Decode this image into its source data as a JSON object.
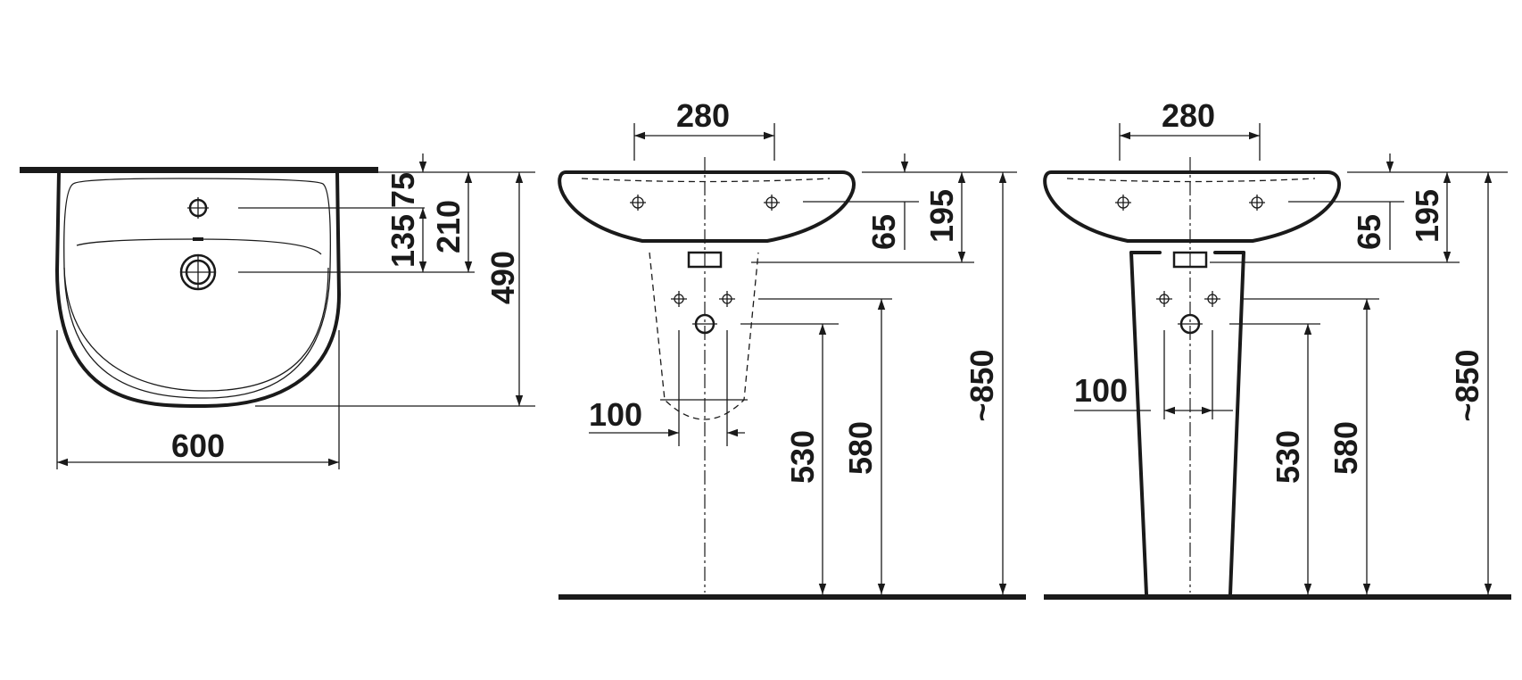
{
  "top_view": {
    "width": "600",
    "depth": "490",
    "overflow_offset": "75",
    "tap_to_drain": "135",
    "drain_from_wall": "210"
  },
  "front_view_half_pedestal": {
    "tap_spacing": "280",
    "rim_thickness": "65",
    "bowl_height": "195",
    "waste_width": "100",
    "waste_height": "530",
    "supply_height": "580",
    "rim_height": "~850"
  },
  "front_view_pedestal": {
    "tap_spacing": "280",
    "rim_thickness": "65",
    "bowl_height": "195",
    "waste_width": "100",
    "waste_height": "530",
    "supply_height": "580",
    "rim_height": "~850"
  }
}
